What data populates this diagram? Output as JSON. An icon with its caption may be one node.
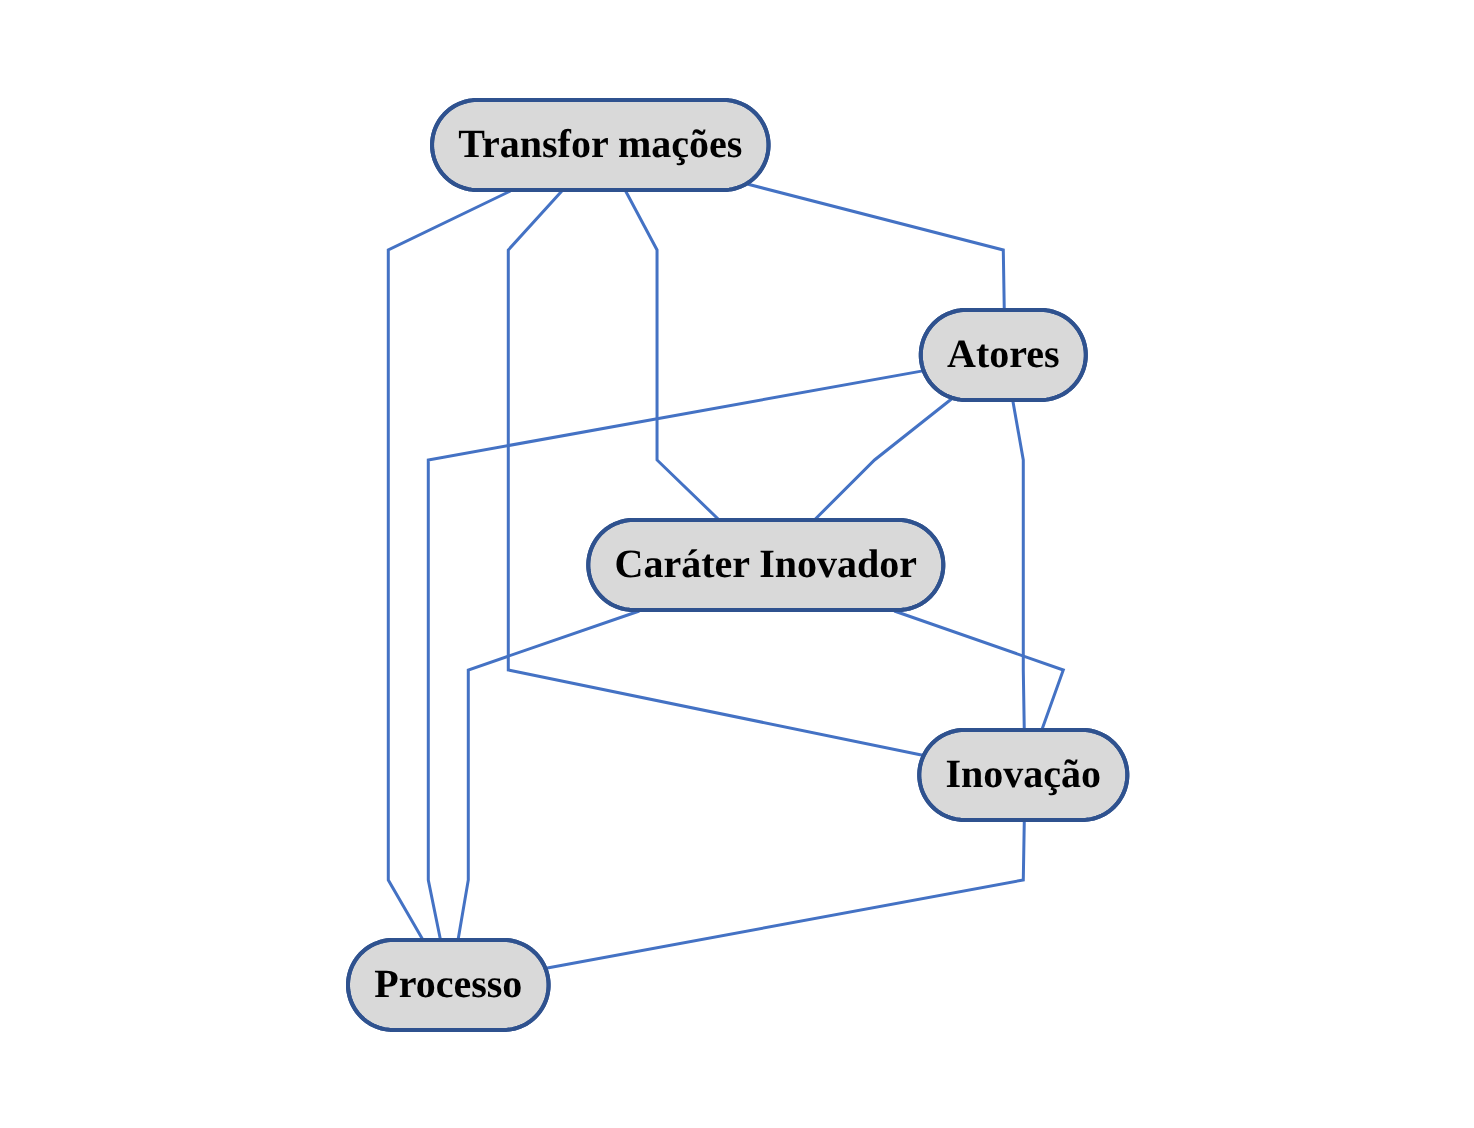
{
  "diagram": {
    "nodes": [
      {
        "text": [
          "Transfor mações"
        ]
      },
      {
        "text": [
          "Atores"
        ]
      },
      {
        "text": [
          "Caráter Inovador"
        ]
      },
      {
        "text": [
          "Inovação"
        ]
      },
      {
        "text": [
          "Processo"
        ]
      }
    ],
    "edges": [
      {
        "from": 0,
        "to": 1,
        "arrow": "none"
      },
      {
        "from": 0,
        "to": 2,
        "arrow": "none"
      },
      {
        "from": 0,
        "to": 3,
        "arrow": "none"
      },
      {
        "from": 0,
        "to": 4,
        "arrow": "none"
      },
      {
        "from": 1,
        "to": 2,
        "arrow": "none"
      },
      {
        "from": 1,
        "to": 3,
        "arrow": "none"
      },
      {
        "from": 1,
        "to": 4,
        "arrow": "none"
      },
      {
        "from": 2,
        "to": 3,
        "arrow": "none"
      },
      {
        "from": 2,
        "to": 4,
        "arrow": "none"
      },
      {
        "from": 3,
        "to": 4,
        "arrow": "none"
      }
    ]
  }
}
